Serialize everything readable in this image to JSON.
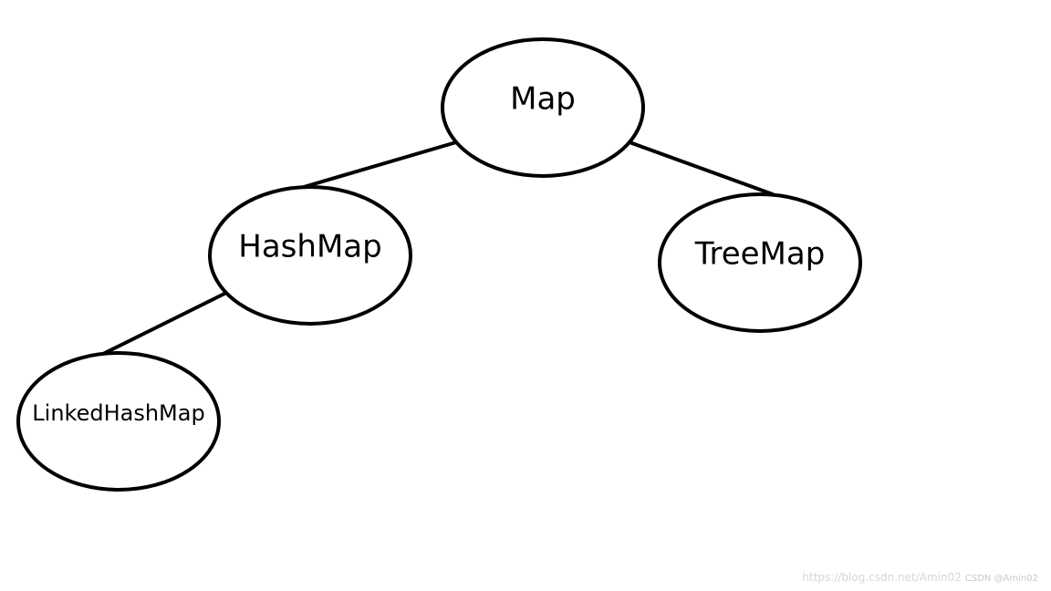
{
  "diagram": {
    "nodes": [
      {
        "id": "map",
        "label": "Map"
      },
      {
        "id": "hashmap",
        "label": "HashMap"
      },
      {
        "id": "treemap",
        "label": "TreeMap"
      },
      {
        "id": "linkedhashmap",
        "label": "LinkedHashMap"
      }
    ],
    "edges": [
      {
        "from": "map",
        "to": "hashmap"
      },
      {
        "from": "map",
        "to": "treemap"
      },
      {
        "from": "hashmap",
        "to": "linkedhashmap"
      }
    ]
  },
  "watermark": {
    "url": "https://blog.csdn.net/Amin02",
    "brand": "CSDN @Amin02"
  }
}
